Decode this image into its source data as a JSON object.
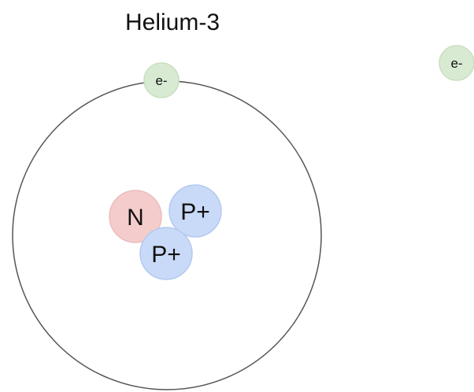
{
  "diagram": {
    "title": "Helium-3",
    "orbit_electron": {
      "label": "e-"
    },
    "free_electron": {
      "label": "e-"
    },
    "nucleus": {
      "neutron": {
        "label": "N"
      },
      "proton_top": {
        "label": "P+"
      },
      "proton_bottom": {
        "label": "P+"
      }
    }
  },
  "colors": {
    "background": "#ffffff",
    "orbit_stroke": "#555555",
    "electron_fill": "#d9ead3",
    "electron_stroke": "#c9dfc1",
    "neutron_fill": "#f4cccc",
    "neutron_stroke": "#ecbcbc",
    "proton_fill": "#c9daf8",
    "proton_stroke": "#b4c9ef",
    "text": "#111111"
  }
}
